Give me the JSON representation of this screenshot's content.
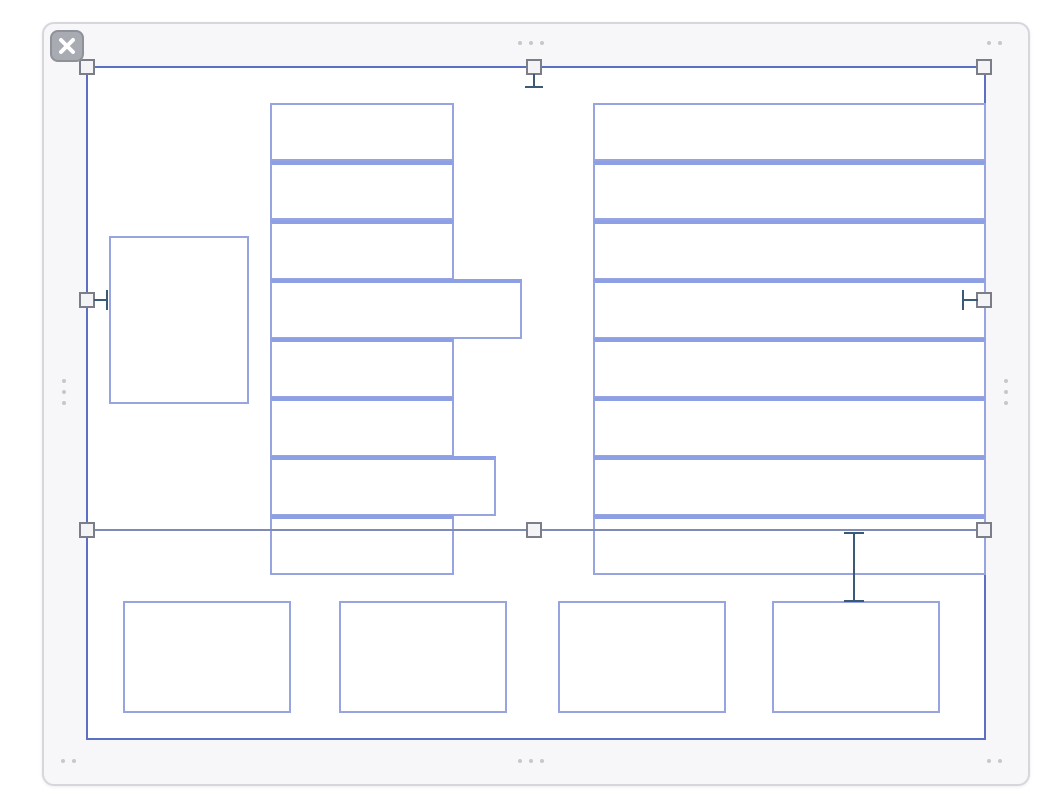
{
  "colors": {
    "panel_bg": "#f7f7f9",
    "panel_border": "#d6d6dc",
    "selection_border": "#5b6fc4",
    "element_border": "#97a4df",
    "handle_border": "#7b7e88",
    "spacing_marker": "#3a5a78"
  },
  "icons": {
    "close": "close-icon",
    "grip": "grip-dots-icon",
    "resize_handle": "resize-handle-icon",
    "spacing_marker": "spacing-ibeam-icon"
  },
  "layout_editor": {
    "left_column_rows": 8,
    "right_column_rows": 8,
    "bottom_boxes": 4,
    "selected_region": "middle-band"
  }
}
